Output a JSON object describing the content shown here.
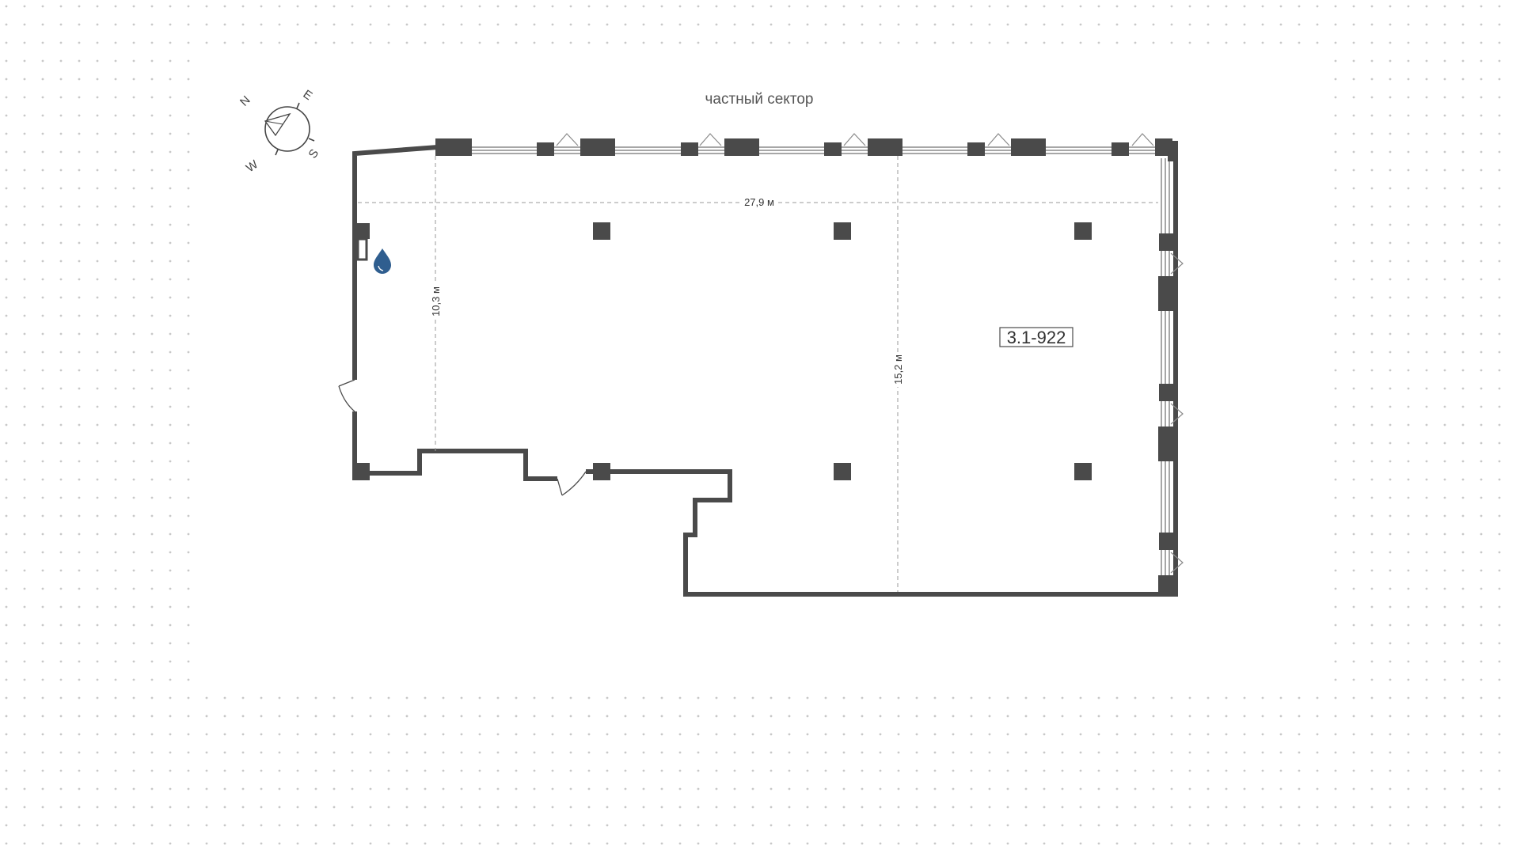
{
  "plan": {
    "sector_label": "частный сектор",
    "unit_number": "3.1-922",
    "dimensions": {
      "length": "27,9 м",
      "depth_left": "10,3 м",
      "depth_right": "15,2 м"
    },
    "compass": {
      "north": "N",
      "east": "E",
      "south": "S",
      "west": "W"
    },
    "icons": {
      "water_supply": "water-drop-icon"
    }
  },
  "colors": {
    "wall": "#4a4a4a",
    "dim_line": "#9a9a9a",
    "window": "#8a8a8a",
    "grid_dot": "#c8c8c8",
    "water": "#2f5e8f",
    "text": "#333333"
  }
}
